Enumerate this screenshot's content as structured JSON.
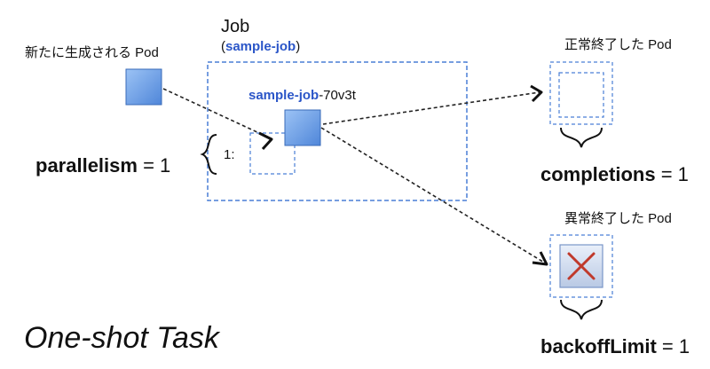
{
  "job": {
    "title": "Job",
    "paren_open": "(",
    "name": "sample-job",
    "paren_close": ")"
  },
  "new_pod_label": "新たに生成される Pod",
  "running_pod": {
    "name_prefix": "sample-job",
    "name_suffix": "-70v3t"
  },
  "slot_label": "1:",
  "parallelism": {
    "key": "parallelism",
    "eq": " = 1"
  },
  "completed": {
    "label": "正常終了した Pod",
    "param_key": "completions",
    "param_eq": " = 1"
  },
  "failed": {
    "label": "異常終了した Pod",
    "param_key": "backoffLimit",
    "param_eq": " = 1"
  },
  "task_title": "One-shot Task",
  "colors": {
    "dashed_border": "#4a7fd6",
    "pod_fill": "#6aa0e8",
    "pod_stroke": "#3a6bb8",
    "fail_x": "#c0392b",
    "job_name_blue": "#2b56c8"
  }
}
